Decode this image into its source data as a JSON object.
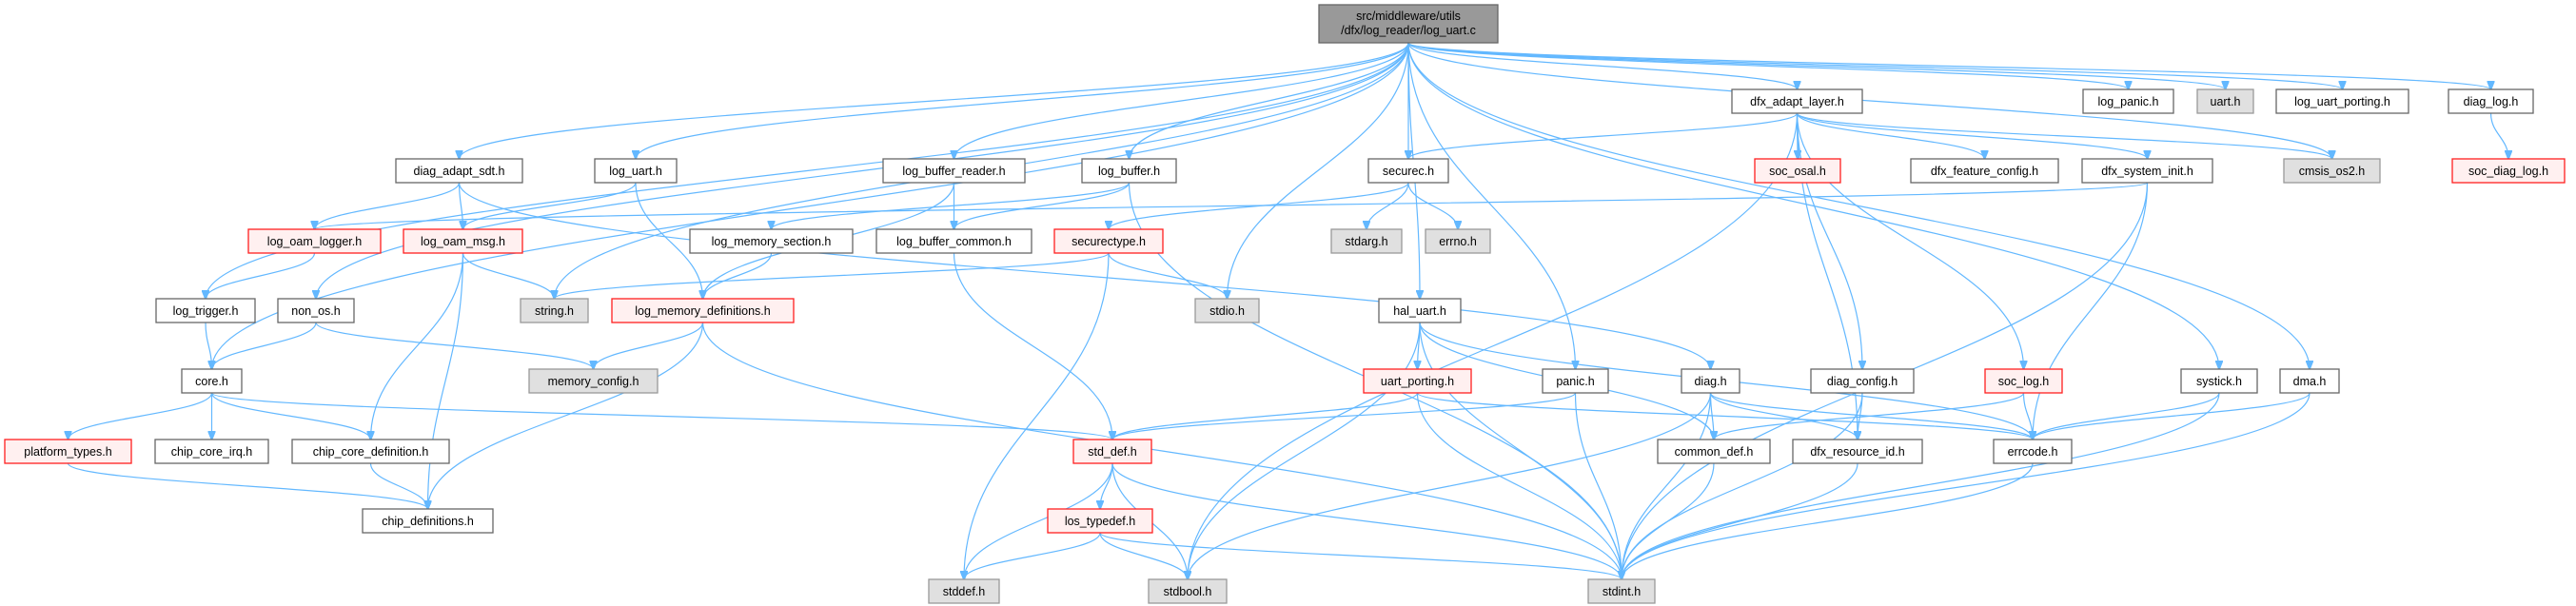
{
  "colors": {
    "edge": "#63b8ff",
    "highlight_border": "#ff2020",
    "external_fill": "#e0e0e0",
    "root_fill": "#999999"
  },
  "nodes": [
    {
      "id": "root",
      "label": [
        "src/middleware/utils",
        "/dfx/log_reader/log_uart.c"
      ],
      "style": "root"
    },
    {
      "id": "dfx_adapt_layer",
      "label": [
        "dfx_adapt_layer.h"
      ],
      "style": "normal"
    },
    {
      "id": "log_panic",
      "label": [
        "log_panic.h"
      ],
      "style": "normal"
    },
    {
      "id": "uart",
      "label": [
        "uart.h"
      ],
      "style": "gray"
    },
    {
      "id": "log_uart_porting",
      "label": [
        "log_uart_porting.h"
      ],
      "style": "normal"
    },
    {
      "id": "diag_log",
      "label": [
        "diag_log.h"
      ],
      "style": "normal"
    },
    {
      "id": "diag_adapt_sdt",
      "label": [
        "diag_adapt_sdt.h"
      ],
      "style": "normal"
    },
    {
      "id": "log_uart",
      "label": [
        "log_uart.h"
      ],
      "style": "normal"
    },
    {
      "id": "log_buffer_reader",
      "label": [
        "log_buffer_reader.h"
      ],
      "style": "normal"
    },
    {
      "id": "log_buffer",
      "label": [
        "log_buffer.h"
      ],
      "style": "normal"
    },
    {
      "id": "securec",
      "label": [
        "securec.h"
      ],
      "style": "normal"
    },
    {
      "id": "soc_osal",
      "label": [
        "soc_osal.h"
      ],
      "style": "red"
    },
    {
      "id": "dfx_feature_config",
      "label": [
        "dfx_feature_config.h"
      ],
      "style": "normal"
    },
    {
      "id": "dfx_system_init",
      "label": [
        "dfx_system_init.h"
      ],
      "style": "normal"
    },
    {
      "id": "cmsis_os2",
      "label": [
        "cmsis_os2.h"
      ],
      "style": "gray"
    },
    {
      "id": "soc_diag_log",
      "label": [
        "soc_diag_log.h"
      ],
      "style": "red"
    },
    {
      "id": "log_oam_logger",
      "label": [
        "log_oam_logger.h"
      ],
      "style": "red"
    },
    {
      "id": "log_oam_msg",
      "label": [
        "log_oam_msg.h"
      ],
      "style": "red"
    },
    {
      "id": "log_memory_section",
      "label": [
        "log_memory_section.h"
      ],
      "style": "normal"
    },
    {
      "id": "log_buffer_common",
      "label": [
        "log_buffer_common.h"
      ],
      "style": "normal"
    },
    {
      "id": "securectype",
      "label": [
        "securectype.h"
      ],
      "style": "red"
    },
    {
      "id": "stdarg",
      "label": [
        "stdarg.h"
      ],
      "style": "gray"
    },
    {
      "id": "errno",
      "label": [
        "errno.h"
      ],
      "style": "gray"
    },
    {
      "id": "log_trigger",
      "label": [
        "log_trigger.h"
      ],
      "style": "normal"
    },
    {
      "id": "non_os",
      "label": [
        "non_os.h"
      ],
      "style": "normal"
    },
    {
      "id": "string",
      "label": [
        "string.h"
      ],
      "style": "gray"
    },
    {
      "id": "log_memory_definitions",
      "label": [
        "log_memory_definitions.h"
      ],
      "style": "red"
    },
    {
      "id": "stdio",
      "label": [
        "stdio.h"
      ],
      "style": "gray"
    },
    {
      "id": "hal_uart",
      "label": [
        "hal_uart.h"
      ],
      "style": "normal"
    },
    {
      "id": "core",
      "label": [
        "core.h"
      ],
      "style": "normal"
    },
    {
      "id": "memory_config",
      "label": [
        "memory_config.h"
      ],
      "style": "gray"
    },
    {
      "id": "uart_porting",
      "label": [
        "uart_porting.h"
      ],
      "style": "red"
    },
    {
      "id": "panic",
      "label": [
        "panic.h"
      ],
      "style": "normal"
    },
    {
      "id": "diag",
      "label": [
        "diag.h"
      ],
      "style": "normal"
    },
    {
      "id": "diag_config",
      "label": [
        "diag_config.h"
      ],
      "style": "normal"
    },
    {
      "id": "soc_log",
      "label": [
        "soc_log.h"
      ],
      "style": "red"
    },
    {
      "id": "systick",
      "label": [
        "systick.h"
      ],
      "style": "normal"
    },
    {
      "id": "dma",
      "label": [
        "dma.h"
      ],
      "style": "normal"
    },
    {
      "id": "platform_types",
      "label": [
        "platform_types.h"
      ],
      "style": "red"
    },
    {
      "id": "chip_core_irq",
      "label": [
        "chip_core_irq.h"
      ],
      "style": "normal"
    },
    {
      "id": "chip_core_definition",
      "label": [
        "chip_core_definition.h"
      ],
      "style": "normal"
    },
    {
      "id": "std_def",
      "label": [
        "std_def.h"
      ],
      "style": "red"
    },
    {
      "id": "common_def",
      "label": [
        "common_def.h"
      ],
      "style": "normal"
    },
    {
      "id": "dfx_resource_id",
      "label": [
        "dfx_resource_id.h"
      ],
      "style": "normal"
    },
    {
      "id": "errcode",
      "label": [
        "errcode.h"
      ],
      "style": "normal"
    },
    {
      "id": "chip_definitions",
      "label": [
        "chip_definitions.h"
      ],
      "style": "normal"
    },
    {
      "id": "los_typedef",
      "label": [
        "los_typedef.h"
      ],
      "style": "red"
    },
    {
      "id": "stddef",
      "label": [
        "stddef.h"
      ],
      "style": "gray"
    },
    {
      "id": "stdbool",
      "label": [
        "stdbool.h"
      ],
      "style": "gray"
    },
    {
      "id": "stdint",
      "label": [
        "stdint.h"
      ],
      "style": "gray"
    }
  ],
  "edges": [
    [
      "root",
      "core"
    ],
    [
      "root",
      "log_trigger"
    ],
    [
      "root",
      "non_os"
    ],
    [
      "root",
      "diag_adapt_sdt"
    ],
    [
      "root",
      "string"
    ],
    [
      "root",
      "log_uart"
    ],
    [
      "root",
      "log_buffer_reader"
    ],
    [
      "root",
      "log_buffer"
    ],
    [
      "root",
      "stdio"
    ],
    [
      "root",
      "securec"
    ],
    [
      "root",
      "hal_uart"
    ],
    [
      "root",
      "panic"
    ],
    [
      "root",
      "dfx_adapt_layer"
    ],
    [
      "root",
      "log_panic"
    ],
    [
      "root",
      "uart"
    ],
    [
      "root",
      "log_uart_porting"
    ],
    [
      "root",
      "diag_log"
    ],
    [
      "root",
      "cmsis_os2"
    ],
    [
      "root",
      "systick"
    ],
    [
      "root",
      "dma"
    ],
    [
      "diag_adapt_sdt",
      "log_oam_logger"
    ],
    [
      "diag_adapt_sdt",
      "log_oam_msg"
    ],
    [
      "diag_adapt_sdt",
      "diag"
    ],
    [
      "log_uart",
      "log_oam_msg"
    ],
    [
      "log_uart",
      "log_memory_definitions"
    ],
    [
      "log_oam_logger",
      "log_trigger"
    ],
    [
      "log_oam_msg",
      "string"
    ],
    [
      "log_oam_msg",
      "chip_core_definition"
    ],
    [
      "log_oam_msg",
      "chip_definitions"
    ],
    [
      "log_trigger",
      "core"
    ],
    [
      "non_os",
      "core"
    ],
    [
      "non_os",
      "memory_config"
    ],
    [
      "log_memory_section",
      "log_memory_definitions"
    ],
    [
      "log_memory_definitions",
      "memory_config"
    ],
    [
      "log_memory_definitions",
      "chip_definitions"
    ],
    [
      "log_memory_definitions",
      "stdint"
    ],
    [
      "core",
      "platform_types"
    ],
    [
      "core",
      "chip_core_irq"
    ],
    [
      "core",
      "chip_core_definition"
    ],
    [
      "core",
      "std_def"
    ],
    [
      "platform_types",
      "chip_definitions"
    ],
    [
      "chip_core_definition",
      "chip_definitions"
    ],
    [
      "log_buffer_reader",
      "log_memory_definitions"
    ],
    [
      "log_buffer_reader",
      "log_buffer_common"
    ],
    [
      "log_buffer",
      "log_memory_section"
    ],
    [
      "log_buffer",
      "log_buffer_common"
    ],
    [
      "log_buffer",
      "stdint"
    ],
    [
      "log_buffer_common",
      "std_def"
    ],
    [
      "securectype",
      "string"
    ],
    [
      "securectype",
      "stdio"
    ],
    [
      "securectype",
      "stddef"
    ],
    [
      "securec",
      "securectype"
    ],
    [
      "securec",
      "stdarg"
    ],
    [
      "securec",
      "errno"
    ],
    [
      "hal_uart",
      "uart_porting"
    ],
    [
      "hal_uart",
      "stdbool"
    ],
    [
      "hal_uart",
      "stdint"
    ],
    [
      "hal_uart",
      "errcode"
    ],
    [
      "hal_uart",
      "common_def"
    ],
    [
      "uart_porting",
      "std_def"
    ],
    [
      "uart_porting",
      "stdint"
    ],
    [
      "uart_porting",
      "errcode"
    ],
    [
      "panic",
      "std_def"
    ],
    [
      "panic",
      "stdint"
    ],
    [
      "diag",
      "common_def"
    ],
    [
      "diag",
      "dfx_resource_id"
    ],
    [
      "diag",
      "errcode"
    ],
    [
      "diag",
      "stdint"
    ],
    [
      "diag",
      "stdbool"
    ],
    [
      "std_def",
      "los_typedef"
    ],
    [
      "std_def",
      "stddef"
    ],
    [
      "std_def",
      "stdbool"
    ],
    [
      "std_def",
      "stdint"
    ],
    [
      "los_typedef",
      "stddef"
    ],
    [
      "los_typedef",
      "stdbool"
    ],
    [
      "los_typedef",
      "stdint"
    ],
    [
      "common_def",
      "stdint"
    ],
    [
      "dfx_resource_id",
      "stdint"
    ],
    [
      "errcode",
      "stdint"
    ],
    [
      "diag_config",
      "dfx_resource_id"
    ],
    [
      "diag_config",
      "stdint"
    ],
    [
      "soc_log",
      "common_def"
    ],
    [
      "soc_log",
      "errcode"
    ],
    [
      "systick",
      "errcode"
    ],
    [
      "systick",
      "stdint"
    ],
    [
      "dma",
      "errcode"
    ],
    [
      "dma",
      "stdint"
    ],
    [
      "dfx_system_init",
      "errcode"
    ],
    [
      "dfx_system_init",
      "stdint"
    ],
    [
      "dfx_system_init",
      "log_oam_logger"
    ],
    [
      "dfx_adapt_layer",
      "securec"
    ],
    [
      "dfx_adapt_layer",
      "soc_osal"
    ],
    [
      "dfx_adapt_layer",
      "dfx_feature_config"
    ],
    [
      "dfx_adapt_layer",
      "dfx_system_init"
    ],
    [
      "dfx_adapt_layer",
      "cmsis_os2"
    ],
    [
      "dfx_adapt_layer",
      "soc_log"
    ],
    [
      "dfx_adapt_layer",
      "diag_config"
    ],
    [
      "dfx_adapt_layer",
      "dfx_resource_id"
    ],
    [
      "dfx_adapt_layer",
      "stdbool"
    ],
    [
      "diag_log",
      "soc_diag_log"
    ]
  ]
}
